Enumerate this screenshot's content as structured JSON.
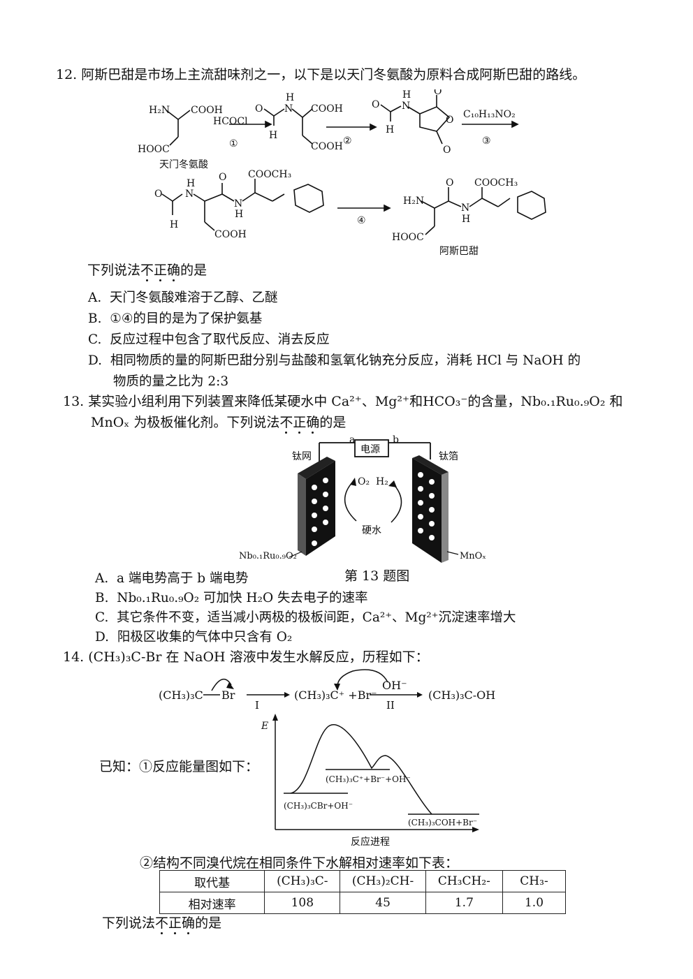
{
  "q12": {
    "number": "12.",
    "stem": "阿斯巴甜是市场上主流甜味剂之一，以下是以天门冬氨酸为原料合成阿斯巴甜的路线。",
    "labels": {
      "reagent1": "HCOCl",
      "step1": "①",
      "step2": "②",
      "reagent3": "C₁₀H₁₃NO₂",
      "step3": "③",
      "step4": "④",
      "start_name": "天门冬氨酸",
      "product_name": "阿斯巴甜",
      "h2n": "H₂N",
      "cooh": "COOH",
      "hooc": "HOOC",
      "coocH3": "COOCH₃",
      "h": "H",
      "n": "N",
      "o": "O"
    },
    "prompt_pre": "下列说法",
    "prompt_emph": "不正确",
    "prompt_post": "的是",
    "options": [
      {
        "key": "A.",
        "text": "天门冬氨酸难溶于乙醇、乙醚"
      },
      {
        "key": "B.",
        "text": "①④的目的是为了保护氨基"
      },
      {
        "key": "C.",
        "text": "反应过程中包含了取代反应、消去反应"
      },
      {
        "key": "D.",
        "text": "相同物质的量的阿斯巴甜分别与盐酸和氢氧化钠充分反应，消耗 HCl 与 NaOH 的",
        "text2": "物质的量之比为 2:3"
      }
    ]
  },
  "q13": {
    "number": "13.",
    "stem1": "某实验小组利用下列装置来降低某硬水中 Ca²⁺、Mg²⁺和HCO₃⁻的含量，Nb₀.₁Ru₀.₉O₂ 和",
    "stem2_pre": "MnOₓ 为极板催化剂。下列说法",
    "stem2_emph": "不正确",
    "stem2_post": "的是",
    "figure": {
      "a": "a",
      "b": "b",
      "power": "电源",
      "left_mesh": "钛网",
      "right_foil": "钛箔",
      "o2": "O₂",
      "h2": "H₂",
      "hard_water": "硬水",
      "left_catalyst": "Nb₀.₁Ru₀.₉O₂",
      "right_catalyst": "MnOₓ",
      "caption": "第 13 题图"
    },
    "options": [
      {
        "key": "A.",
        "text": "a 端电势高于 b 端电势"
      },
      {
        "key": "B.",
        "text": "Nb₀.₁Ru₀.₉O₂ 可加快 H₂O 失去电子的速率"
      },
      {
        "key": "C.",
        "text": "其它条件不变，适当减小两极的极板间距，Ca²⁺、Mg²⁺沉淀速率增大"
      },
      {
        "key": "D.",
        "text": "阳极区收集的气体中只含有 O₂"
      }
    ]
  },
  "q14": {
    "number": "14.",
    "stem": "(CH₃)₃C-Br 在 NaOH 溶液中发生水解反应，历程如下：",
    "mechanism": {
      "reactant": "(CH₃)₃C",
      "br": "Br",
      "step1": "I",
      "intermediate": "(CH₃)₃C⁺ +Br⁻",
      "oh": "OH⁻",
      "step2": "II",
      "product": "(CH₃)₃C-OH"
    },
    "known1": "已知：①反应能量图如下：",
    "energy": {
      "yaxis": "E",
      "xaxis": "反应进程",
      "start": "(CH₃)₃CBr+OH⁻",
      "mid": "(CH₃)₃C⁺+Br⁻+OH⁻",
      "end": "(CH₃)₃COH+Br⁻"
    },
    "known2": "②结构不同溴代烷在相同条件下水解相对速率如下表：",
    "table": {
      "row_labels": [
        "取代基",
        "相对速率"
      ],
      "groups": [
        "(CH₃)₃C-",
        "(CH₃)₂CH-",
        "CH₃CH₂-",
        "CH₃-"
      ],
      "rates": [
        "108",
        "45",
        "1.7",
        "1.0"
      ]
    },
    "prompt_pre": "下列说法",
    "prompt_emph": "不正确",
    "prompt_post": "的是"
  }
}
